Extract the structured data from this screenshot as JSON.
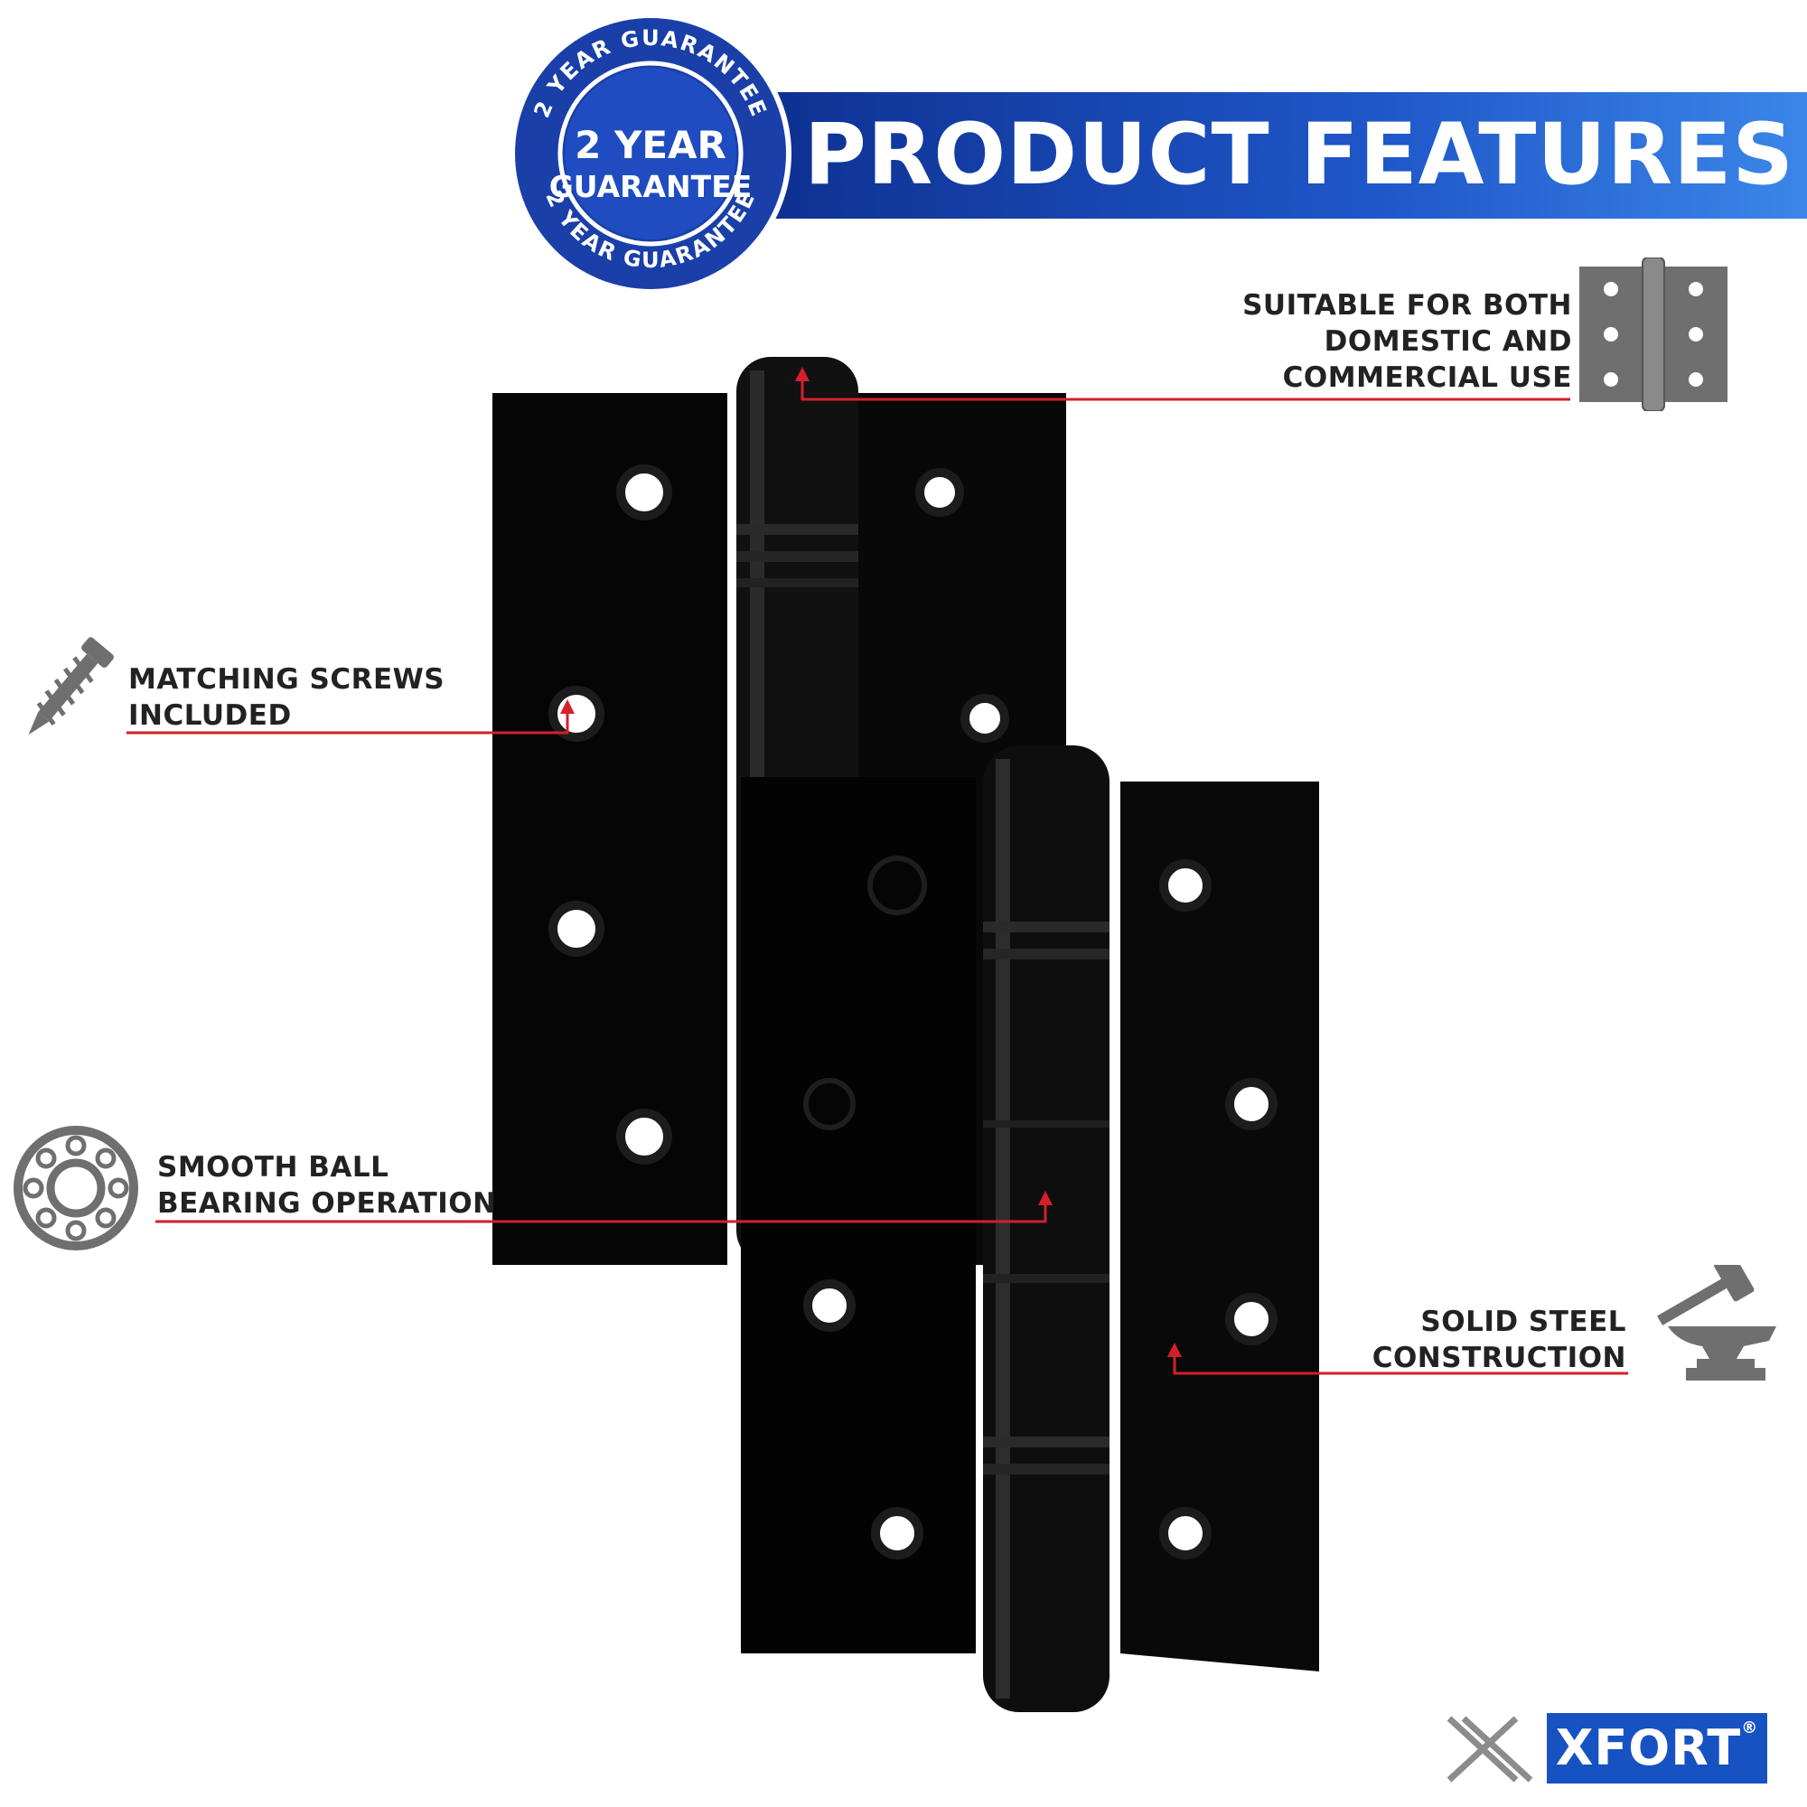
{
  "banner": {
    "title": "PRODUCT FEATURES"
  },
  "guarantee_seal": {
    "main_line1": "2 YEAR",
    "main_line2": "GUARANTEE",
    "ring_text_top": "2 YEAR GUARANTEE",
    "ring_text_bottom": "2 YEAR GUARANTEE",
    "color": "#1a3fa8"
  },
  "features": {
    "usage": {
      "line1": "SUITABLE FOR BOTH",
      "line2": "DOMESTIC AND",
      "line3": "COMMERCIAL USE",
      "icon": "hinge-icon"
    },
    "screws": {
      "line1": "MATCHING SCREWS",
      "line2": "INCLUDED",
      "icon": "screw-icon"
    },
    "bearing": {
      "line1": "SMOOTH BALL",
      "line2": "BEARING OPERATION",
      "icon": "ball-bearing-icon"
    },
    "steel": {
      "line1": "SOLID STEEL",
      "line2": "CONSTRUCTION",
      "icon": "anvil-hammer-icon"
    }
  },
  "brand": {
    "name": "XFORT",
    "registered": "®"
  },
  "colors": {
    "accent_red": "#d4202a",
    "banner_blue": "#1a4fc0",
    "icon_grey": "#6f6f6f"
  }
}
